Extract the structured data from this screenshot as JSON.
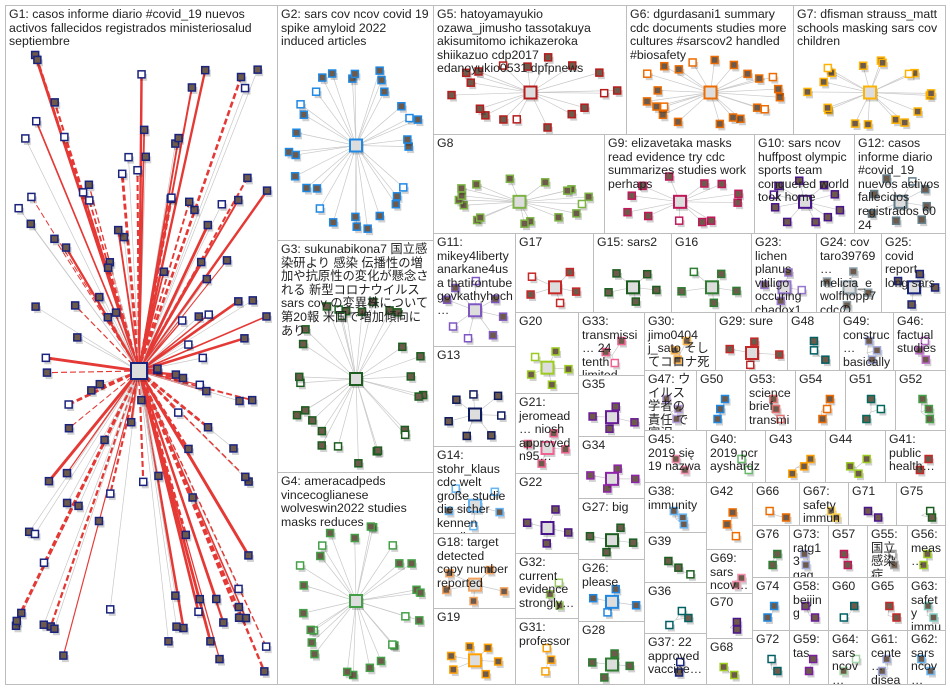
{
  "title": "Network graph of groups",
  "groups": [
    {
      "id": "G1",
      "label": "G1: casos informe diario #covid_19 nuevos activos fallecidos registrados ministeriosalud septiembre",
      "color": "#1a237e",
      "edge": "#e53935"
    },
    {
      "id": "G2",
      "label": "G2: sars cov ncov covid 19 spike amyloid 2022 induced articles",
      "color": "#1e88e5",
      "edge": "#c99"
    },
    {
      "id": "G3",
      "label": "G3: sukunabikona7 国立感染研より 感染 伝播性の増加や抗原性の変化が懸念される 新型コロナウイルス sars cov の変異株について 第20報 米国で増加傾向にあり",
      "color": "#1b5e20",
      "edge": "#aaa"
    },
    {
      "id": "G4",
      "label": "G4: ameracadpeds vincecoglianese wolveswin2022 studies masks reduces",
      "color": "#43a047",
      "edge": "#aaa"
    },
    {
      "id": "G5",
      "label": "G5: hatoyamayukio ozawa_jimusho tassotakuya akisumitomo ichikazeroka shiikazuo cdp2017 edanoyukio0531 dpfpnews",
      "color": "#b71c1c",
      "edge": "#aaa"
    },
    {
      "id": "G6",
      "label": "G6: dgurdasani1 summary cdc documents studies more cultures #sarscov2 handled #biosafety",
      "color": "#ef6c00",
      "edge": "#aaa"
    },
    {
      "id": "G7",
      "label": "G7: dfisman strauss_matt schools masking sars cov children",
      "color": "#ffb300",
      "edge": "#aaa"
    },
    {
      "id": "G8",
      "label": "G8",
      "color": "#7cb342",
      "edge": "#bbb"
    },
    {
      "id": "G9",
      "label": "G9: elizavetaka masks read evidence try cdc summarizes studies work perhaps",
      "color": "#c2185b",
      "edge": "#bbb"
    },
    {
      "id": "G10",
      "label": "G10: sars ncov huffpost olympic sports team conquered world took home",
      "color": "#4a148c",
      "edge": "#bbb"
    },
    {
      "id": "G12",
      "label": "G12: casos informe diario #covid_19 nuevos activos fallecidos registrados 60 24",
      "color": "#607d8b",
      "edge": "#bbb"
    },
    {
      "id": "G11",
      "label": "G11: mikey4liberty anarkane4usa thatirontube govkathyhoch…",
      "color": "#7e57c2",
      "edge": "#bbb"
    },
    {
      "id": "G17",
      "label": "G17",
      "color": "#c62828",
      "edge": "#bbb"
    },
    {
      "id": "G15",
      "label": "G15: sars2",
      "color": "#1b5e20",
      "edge": "#bbb"
    },
    {
      "id": "G16",
      "label": "G16",
      "color": "#2e7d32",
      "edge": "#bbb"
    },
    {
      "id": "G23",
      "label": "G23: lichen planus vitiligo occuring chadox1…",
      "color": "#9575cd",
      "edge": "#bbb"
    },
    {
      "id": "G24",
      "label": "G24: cov taro39769… melicia_e wolfhopp7 cdcのcovid…",
      "color": "#90a4ae",
      "edge": "#bbb"
    },
    {
      "id": "G25",
      "label": "G25: covid report long sars",
      "color": "#1a237e",
      "edge": "#bbb"
    },
    {
      "id": "G13",
      "label": "G13",
      "color": "#0d1b5e",
      "edge": "#bbb"
    },
    {
      "id": "G14",
      "label": "G14: stohr_klaus cdc welt große studie die sicher kennen scrollen runter",
      "color": "#64b5f6",
      "edge": "#bbb"
    },
    {
      "id": "G18",
      "label": "G18: target detected copy number reported",
      "color": "#f4a460",
      "edge": "#bbb"
    },
    {
      "id": "G19",
      "label": "G19",
      "color": "#ffa000",
      "edge": "#bbb"
    },
    {
      "id": "G20",
      "label": "G20",
      "color": "#9ccc20",
      "edge": "#bbb"
    },
    {
      "id": "G21",
      "label": "G21: jeromead… niosh approved n95…",
      "color": "#f06292",
      "edge": "#bbb"
    },
    {
      "id": "G22",
      "label": "G22",
      "color": "#4a148c",
      "edge": "#bbb"
    },
    {
      "id": "G32",
      "label": "G32: current evidence strongly…",
      "color": "#9ccc65",
      "edge": "#bbb"
    },
    {
      "id": "G31",
      "label": "G31: professor",
      "color": "#ffa000",
      "edge": "#bbb"
    },
    {
      "id": "G33",
      "label": "G33: transmissi… 24 tenth limited…",
      "color": "#f06292",
      "edge": "#bbb"
    },
    {
      "id": "G35",
      "label": "G35",
      "color": "#6a1b9a",
      "edge": "#bbb"
    },
    {
      "id": "G34",
      "label": "G34",
      "color": "#8e24aa",
      "edge": "#bbb"
    },
    {
      "id": "G27",
      "label": "G27: big",
      "color": "#1b5e20",
      "edge": "#bbb"
    },
    {
      "id": "G26",
      "label": "G26: please",
      "color": "#1e88e5",
      "edge": "#bbb"
    },
    {
      "id": "G28",
      "label": "G28",
      "color": "#2e7d32",
      "edge": "#bbb"
    },
    {
      "id": "G30",
      "label": "G30: jimo0404 j_sato そしてコロナ死の9…",
      "color": "#ffb74d",
      "edge": "#bbb"
    },
    {
      "id": "G29",
      "label": "G29: sure",
      "color": "#c62828",
      "edge": "#bbb"
    },
    {
      "id": "G48",
      "label": "G48",
      "color": "#006064",
      "edge": "#bbb"
    },
    {
      "id": "G49",
      "label": "G49: construc… basically further…",
      "color": "#9fa8da",
      "edge": "#bbb"
    },
    {
      "id": "G46",
      "label": "G46: factual studies",
      "color": "#ba68c8",
      "edge": "#bbb"
    },
    {
      "id": "G47",
      "label": "G47: ウイルス学者の責任 で宮沢孝…",
      "color": "#b39ddb",
      "edge": "#bbb"
    },
    {
      "id": "G50",
      "label": "G50",
      "color": "#1e88e5",
      "edge": "#bbb"
    },
    {
      "id": "G53",
      "label": "G53: science brief transmi…",
      "color": "#e57373",
      "edge": "#bbb"
    },
    {
      "id": "G54",
      "label": "G54",
      "color": "#ef6c00",
      "edge": "#bbb"
    },
    {
      "id": "G51",
      "label": "G51",
      "color": "#00695c",
      "edge": "#bbb"
    },
    {
      "id": "G52",
      "label": "G52",
      "color": "#43a047",
      "edge": "#bbb"
    },
    {
      "id": "G45",
      "label": "G45: 2019 się 19 nazwa",
      "color": "#f48fb1",
      "edge": "#bbb"
    },
    {
      "id": "G40",
      "label": "G40: 2019 pcr ayshardz…",
      "color": "#66bb6a",
      "edge": "#bbb"
    },
    {
      "id": "G43",
      "label": "G43",
      "color": "#ffa000",
      "edge": "#bbb"
    },
    {
      "id": "G44",
      "label": "G44",
      "color": "#9ccc20",
      "edge": "#bbb"
    },
    {
      "id": "G41",
      "label": "G41: public health…",
      "color": "#c62828",
      "edge": "#bbb"
    },
    {
      "id": "G38",
      "label": "G38: immunity",
      "color": "#64b5f6",
      "edge": "#bbb"
    },
    {
      "id": "G39",
      "label": "G39",
      "color": "#1b5e20",
      "edge": "#bbb"
    },
    {
      "id": "G36",
      "label": "G36",
      "color": "#006064",
      "edge": "#bbb"
    },
    {
      "id": "G37",
      "label": "G37: 22 approved vaccine…",
      "color": "#1a237e",
      "edge": "#bbb"
    },
    {
      "id": "G42",
      "label": "G42",
      "color": "#ef6c00",
      "edge": "#bbb"
    },
    {
      "id": "G69",
      "label": "G69: sars ncov…",
      "color": "#f48fb1",
      "edge": "#bbb"
    },
    {
      "id": "G70",
      "label": "G70",
      "color": "#4a148c",
      "edge": "#bbb"
    },
    {
      "id": "G68",
      "label": "G68",
      "color": "#9ccc20",
      "edge": "#bbb"
    },
    {
      "id": "G66",
      "label": "G66",
      "color": "#ef6c00",
      "edge": "#bbb"
    },
    {
      "id": "G67",
      "label": "G67: safety immun…",
      "color": "#ffd54f",
      "edge": "#bbb"
    },
    {
      "id": "G71",
      "label": "G71",
      "color": "#4a148c",
      "edge": "#bbb"
    },
    {
      "id": "G75",
      "label": "G75",
      "color": "#1b5e20",
      "edge": "#bbb"
    },
    {
      "id": "G76",
      "label": "G76",
      "color": "#2e7d32",
      "edge": "#bbb"
    },
    {
      "id": "G73",
      "label": "G73: ratg13 gag…",
      "color": "#9fa8da",
      "edge": "#bbb"
    },
    {
      "id": "G57",
      "label": "G57",
      "color": "#c2185b",
      "edge": "#bbb"
    },
    {
      "id": "G55",
      "label": "G55: 国立感染症…",
      "color": "#9e9e9e",
      "edge": "#bbb"
    },
    {
      "id": "G56",
      "label": "G56: meas…",
      "color": "#9ccc20",
      "edge": "#bbb"
    },
    {
      "id": "G74",
      "label": "G74",
      "color": "#1e88e5",
      "edge": "#bbb"
    },
    {
      "id": "G58",
      "label": "G58: beijing",
      "color": "#6a1b9a",
      "edge": "#bbb"
    },
    {
      "id": "G60",
      "label": "G60",
      "color": "#006064",
      "edge": "#bbb"
    },
    {
      "id": "G65",
      "label": "G65",
      "color": "#c62828",
      "edge": "#bbb"
    },
    {
      "id": "G63",
      "label": "G63: safety immu…",
      "color": "#80cbc4",
      "edge": "#bbb"
    },
    {
      "id": "G72",
      "label": "G72",
      "color": "#006064",
      "edge": "#bbb"
    },
    {
      "id": "G59",
      "label": "G59: tas",
      "color": "#7b1fa2",
      "edge": "#bbb"
    },
    {
      "id": "G64",
      "label": "G64: sars ncov…",
      "color": "#a5d6a7",
      "edge": "#bbb"
    },
    {
      "id": "G61",
      "label": "G61: cente… disea…",
      "color": "#9fa8da",
      "edge": "#bbb"
    },
    {
      "id": "G62",
      "label": "G62: sars ncov…",
      "color": "#64b5f6",
      "edge": "#bbb"
    }
  ]
}
